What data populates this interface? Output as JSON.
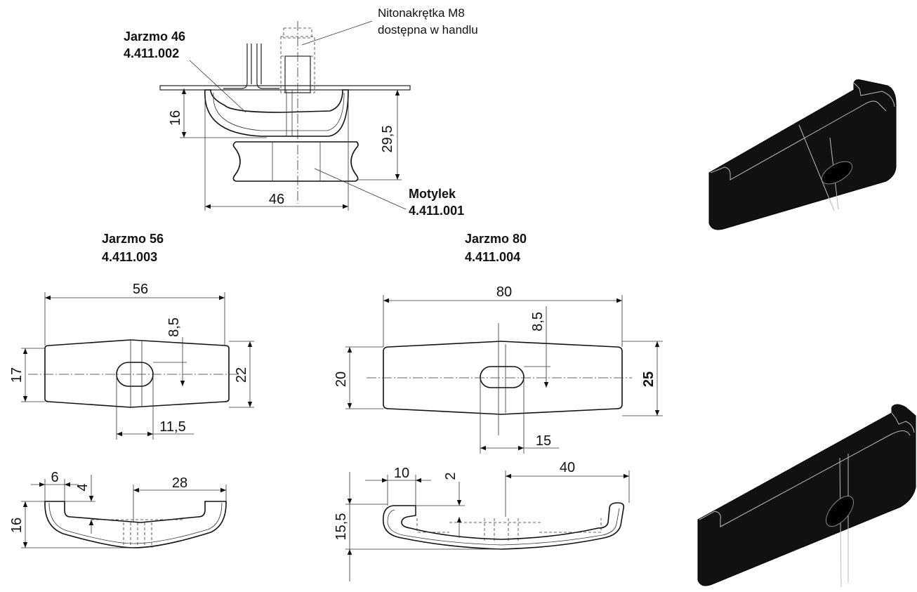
{
  "labels": {
    "nut_line1": "Nitonakrętka M8",
    "nut_line2": "dostępna w handlu",
    "yoke46_name": "Jarzmo 46",
    "yoke46_code": "4.411.002",
    "wing_name": "Motylek",
    "wing_code": "4.411.001",
    "yoke56_name": "Jarzmo 56",
    "yoke56_code": "4.411.003",
    "yoke80_name": "Jarzmo 80",
    "yoke80_code": "4.411.004"
  },
  "dimensions": {
    "d16_top": "16",
    "d29_5": "29,5",
    "d46": "46",
    "d56": "56",
    "d8_5_left": "8,5",
    "d17": "17",
    "d22": "22",
    "d11_5": "11,5",
    "d6": "6",
    "d4": "4",
    "d28": "28",
    "d16_bottom": "16",
    "d80": "80",
    "d8_5_right": "8,5",
    "d20": "20",
    "d25": "25",
    "d15": "15",
    "d10": "10",
    "d2": "2",
    "d40": "40",
    "d15_5": "15,5"
  },
  "icons": {
    "render_top": "yoke-3d-render",
    "render_bottom": "yoke-3d-render"
  }
}
